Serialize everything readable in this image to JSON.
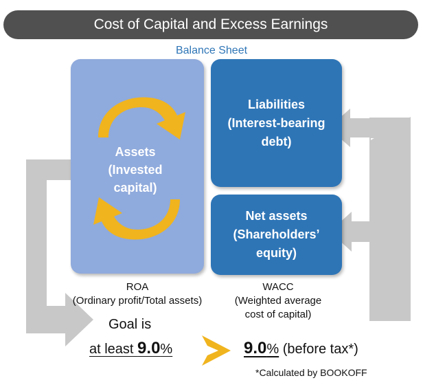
{
  "title": "Cost of Capital and Excess Earnings",
  "balance_sheet_label": "Balance Sheet",
  "assets": {
    "label": "Assets\n(Invested\ncapital)"
  },
  "liabilities": {
    "label": "Liabilities\n(Interest-bearing\ndebt)"
  },
  "net_assets": {
    "label": "Net assets\n(Shareholders’\nequity)"
  },
  "roa": {
    "caption": "ROA\n(Ordinary profit/Total assets)",
    "goal_prefix": "Goal is",
    "target_prefix": "at least ",
    "target_value": "9.0",
    "target_unit": "%"
  },
  "wacc": {
    "caption": "WACC\n(Weighted average\ncost of capital)",
    "value": "9.0",
    "unit": "%",
    "suffix": " (before tax*)"
  },
  "footnote": "*Calculated by BOOKOFF",
  "colors": {
    "title_bar": "#505050",
    "assets": "#8faadc",
    "liabilities": "#2e75b6",
    "arrow_gray": "#c8c8c8",
    "arrow_gold": "#f0b41e",
    "label_blue": "#2e75b6"
  },
  "icons": [
    "cycle-arrows-icon",
    "comparison-greater-than-icon"
  ]
}
